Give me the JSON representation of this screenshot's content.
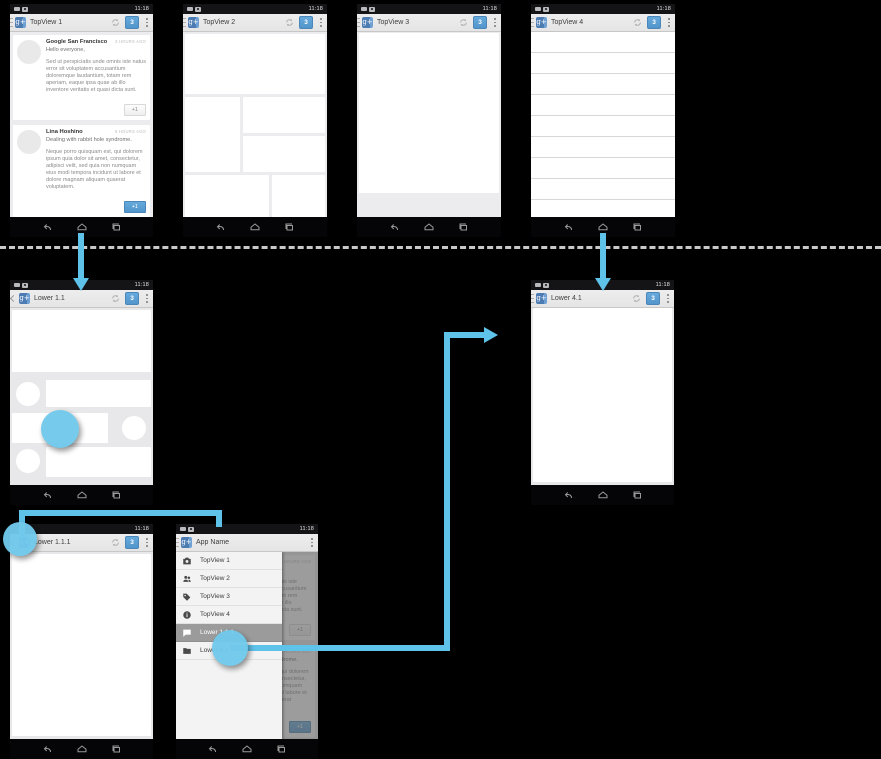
{
  "status_bar": {
    "time": "11:18"
  },
  "action_bar": {
    "badge_count": "3",
    "app_logo": "g+"
  },
  "screens": {
    "topview1": {
      "title": "TopView 1"
    },
    "topview2": {
      "title": "TopView 2"
    },
    "topview3": {
      "title": "TopView 3"
    },
    "topview4": {
      "title": "TopView 4"
    },
    "lower_1_1": {
      "title": "Lower 1.1"
    },
    "lower_4_1": {
      "title": "Lower 4.1"
    },
    "lower_1_1_1": {
      "title": "Lower 1.1.1"
    },
    "drawer_screen": {
      "title": "App Name"
    }
  },
  "feed": {
    "cards": [
      {
        "author": "Google San Francisco",
        "time_ago": "3 HOURS AGO",
        "intro": "Hello everyone,",
        "body": "Sed ut perspiciatis unde omnis iste natus error sit voluptatem accusantium doloremque laudantium, totam rem aperiam, eaque ipsa quae ab illo inventore veritatis et quasi dicta sunt.",
        "plus_button": "+1"
      },
      {
        "author": "Lina Hoshino",
        "time_ago": "6 HOURS AGO",
        "intro": "Dealing with rabbit hole syndrome.",
        "body": "Neque porro quisquam est, qui dolorem ipsum quia dolor sit amet, consectetur, adipisci velit, sed quia non numquam eius modi tempora incidunt ut labore et dolore magnam aliquam quaerat voluptatem.",
        "plus_button": "+1"
      }
    ]
  },
  "drawer": {
    "items": [
      {
        "label": "TopView 1",
        "icon": "camera-icon",
        "selected": false
      },
      {
        "label": "TopView 2",
        "icon": "people-icon",
        "selected": false
      },
      {
        "label": "TopView 3",
        "icon": "tag-icon",
        "selected": false
      },
      {
        "label": "TopView 4",
        "icon": "info-icon",
        "selected": false
      },
      {
        "label": "Lower 1.1.1",
        "icon": "chat-icon",
        "selected": true
      },
      {
        "label": "Lower 4.1",
        "icon": "folder-icon",
        "selected": false
      }
    ]
  },
  "colors": {
    "accent_blue": "#5b9fd3",
    "touch_blue": "#71c9ec",
    "arrow_blue": "#5fc2e9",
    "divider": "#c9c9c9"
  }
}
